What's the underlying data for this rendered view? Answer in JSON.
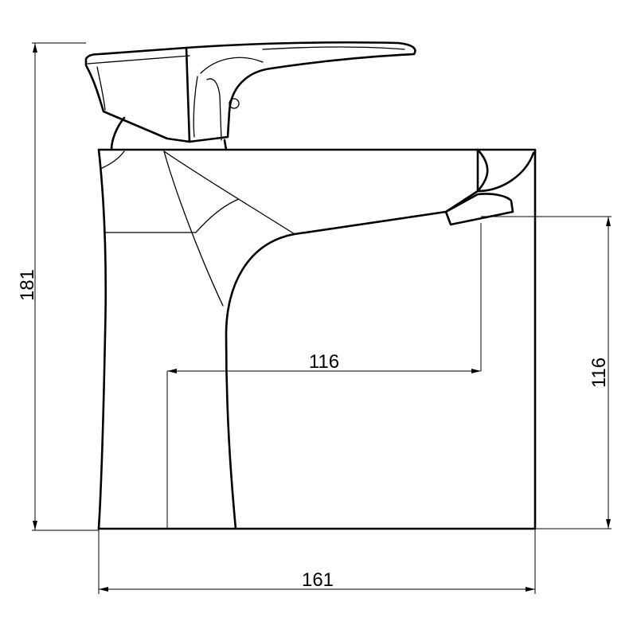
{
  "dimensions": {
    "total_height": "181",
    "spout_reach": "116",
    "spout_height": "116",
    "base_width": "161"
  },
  "colors": {
    "line": "#000000",
    "background": "#ffffff"
  }
}
